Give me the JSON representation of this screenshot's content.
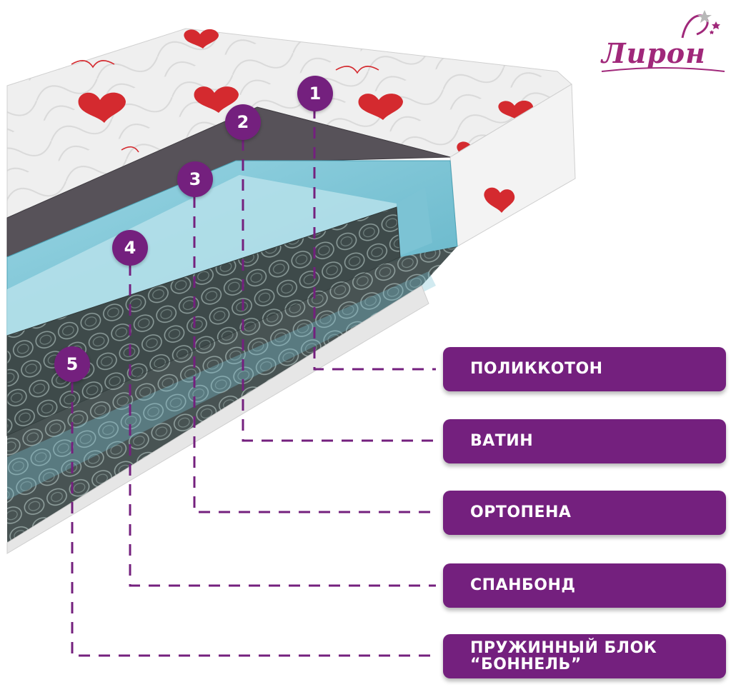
{
  "logo": {
    "text": "Лирон",
    "icon": "woman-silhouette-with-stars-icon"
  },
  "layers": [
    {
      "number": "1",
      "label": "ПОЛИККОТОН"
    },
    {
      "number": "2",
      "label": "ВАТИН"
    },
    {
      "number": "3",
      "label": "ОРТОПЕНА"
    },
    {
      "number": "4",
      "label": "СПАНБОНД"
    },
    {
      "number": "5",
      "label": "ПРУЖИННЫЙ БЛОК “БОННЕЛЬ”"
    }
  ],
  "colors": {
    "accent": "#74207e",
    "foam": "#7fc6d6",
    "felt": "#555058",
    "cover": "#f1f1f1",
    "heart": "#d42a2f"
  }
}
